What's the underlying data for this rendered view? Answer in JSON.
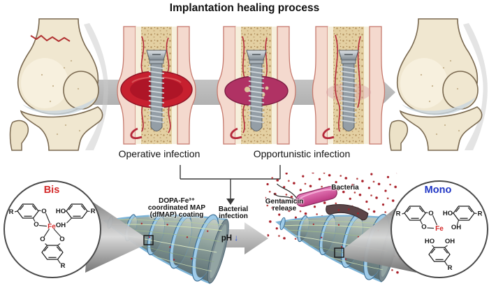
{
  "title": "Implantation healing process",
  "labels": {
    "operative": "Operative infection",
    "opportunistic": "Opportunistic infection"
  },
  "coating": {
    "line1": "DOPA-Fe³⁺",
    "line2": "coordinated MAP",
    "line3": "(dfMAP) coating"
  },
  "infection": {
    "line1": "Bacterial",
    "line2": "infection"
  },
  "ph": {
    "label": "pH",
    "arrow": "↓"
  },
  "gentamicin": {
    "line1": "Gentamicin",
    "line2": "release"
  },
  "bacteria_label": "Bacteria",
  "bis": {
    "title": "Bis",
    "fe": "Fe",
    "left_r": "R",
    "left_o_top": "O",
    "left_o_bottom": "O",
    "right_ho": "HO",
    "right_oh": "OH",
    "right_r": "R",
    "bottom_o_left": "O",
    "bottom_o_right": "O",
    "bottom_r": "R"
  },
  "mono": {
    "title": "Mono",
    "fe": "Fe",
    "left_r": "R",
    "left_o_top": "O",
    "left_o_bottom": "O",
    "right_ho": "HO",
    "right_oh": "OH",
    "right_r": "R",
    "bottom_ho": "HO",
    "bottom_oh": "OH",
    "bottom_r": "R"
  },
  "colors": {
    "bis_red": "#d42a2a",
    "mono_blue": "#1f35c4",
    "fe_red": "#d42a2a",
    "ph_arrow_blue": "#2a50d8",
    "gentamicin_dot_red": "#a81e28",
    "bacterium_pink": "#d4559c",
    "bacterium_dark": "#5c4548",
    "callus_red": "#c7202f",
    "coating_blue": "#8fc6e8",
    "healing_arrow_gray": "#b8b8b8",
    "bone_cream": "#f0e7d0"
  }
}
